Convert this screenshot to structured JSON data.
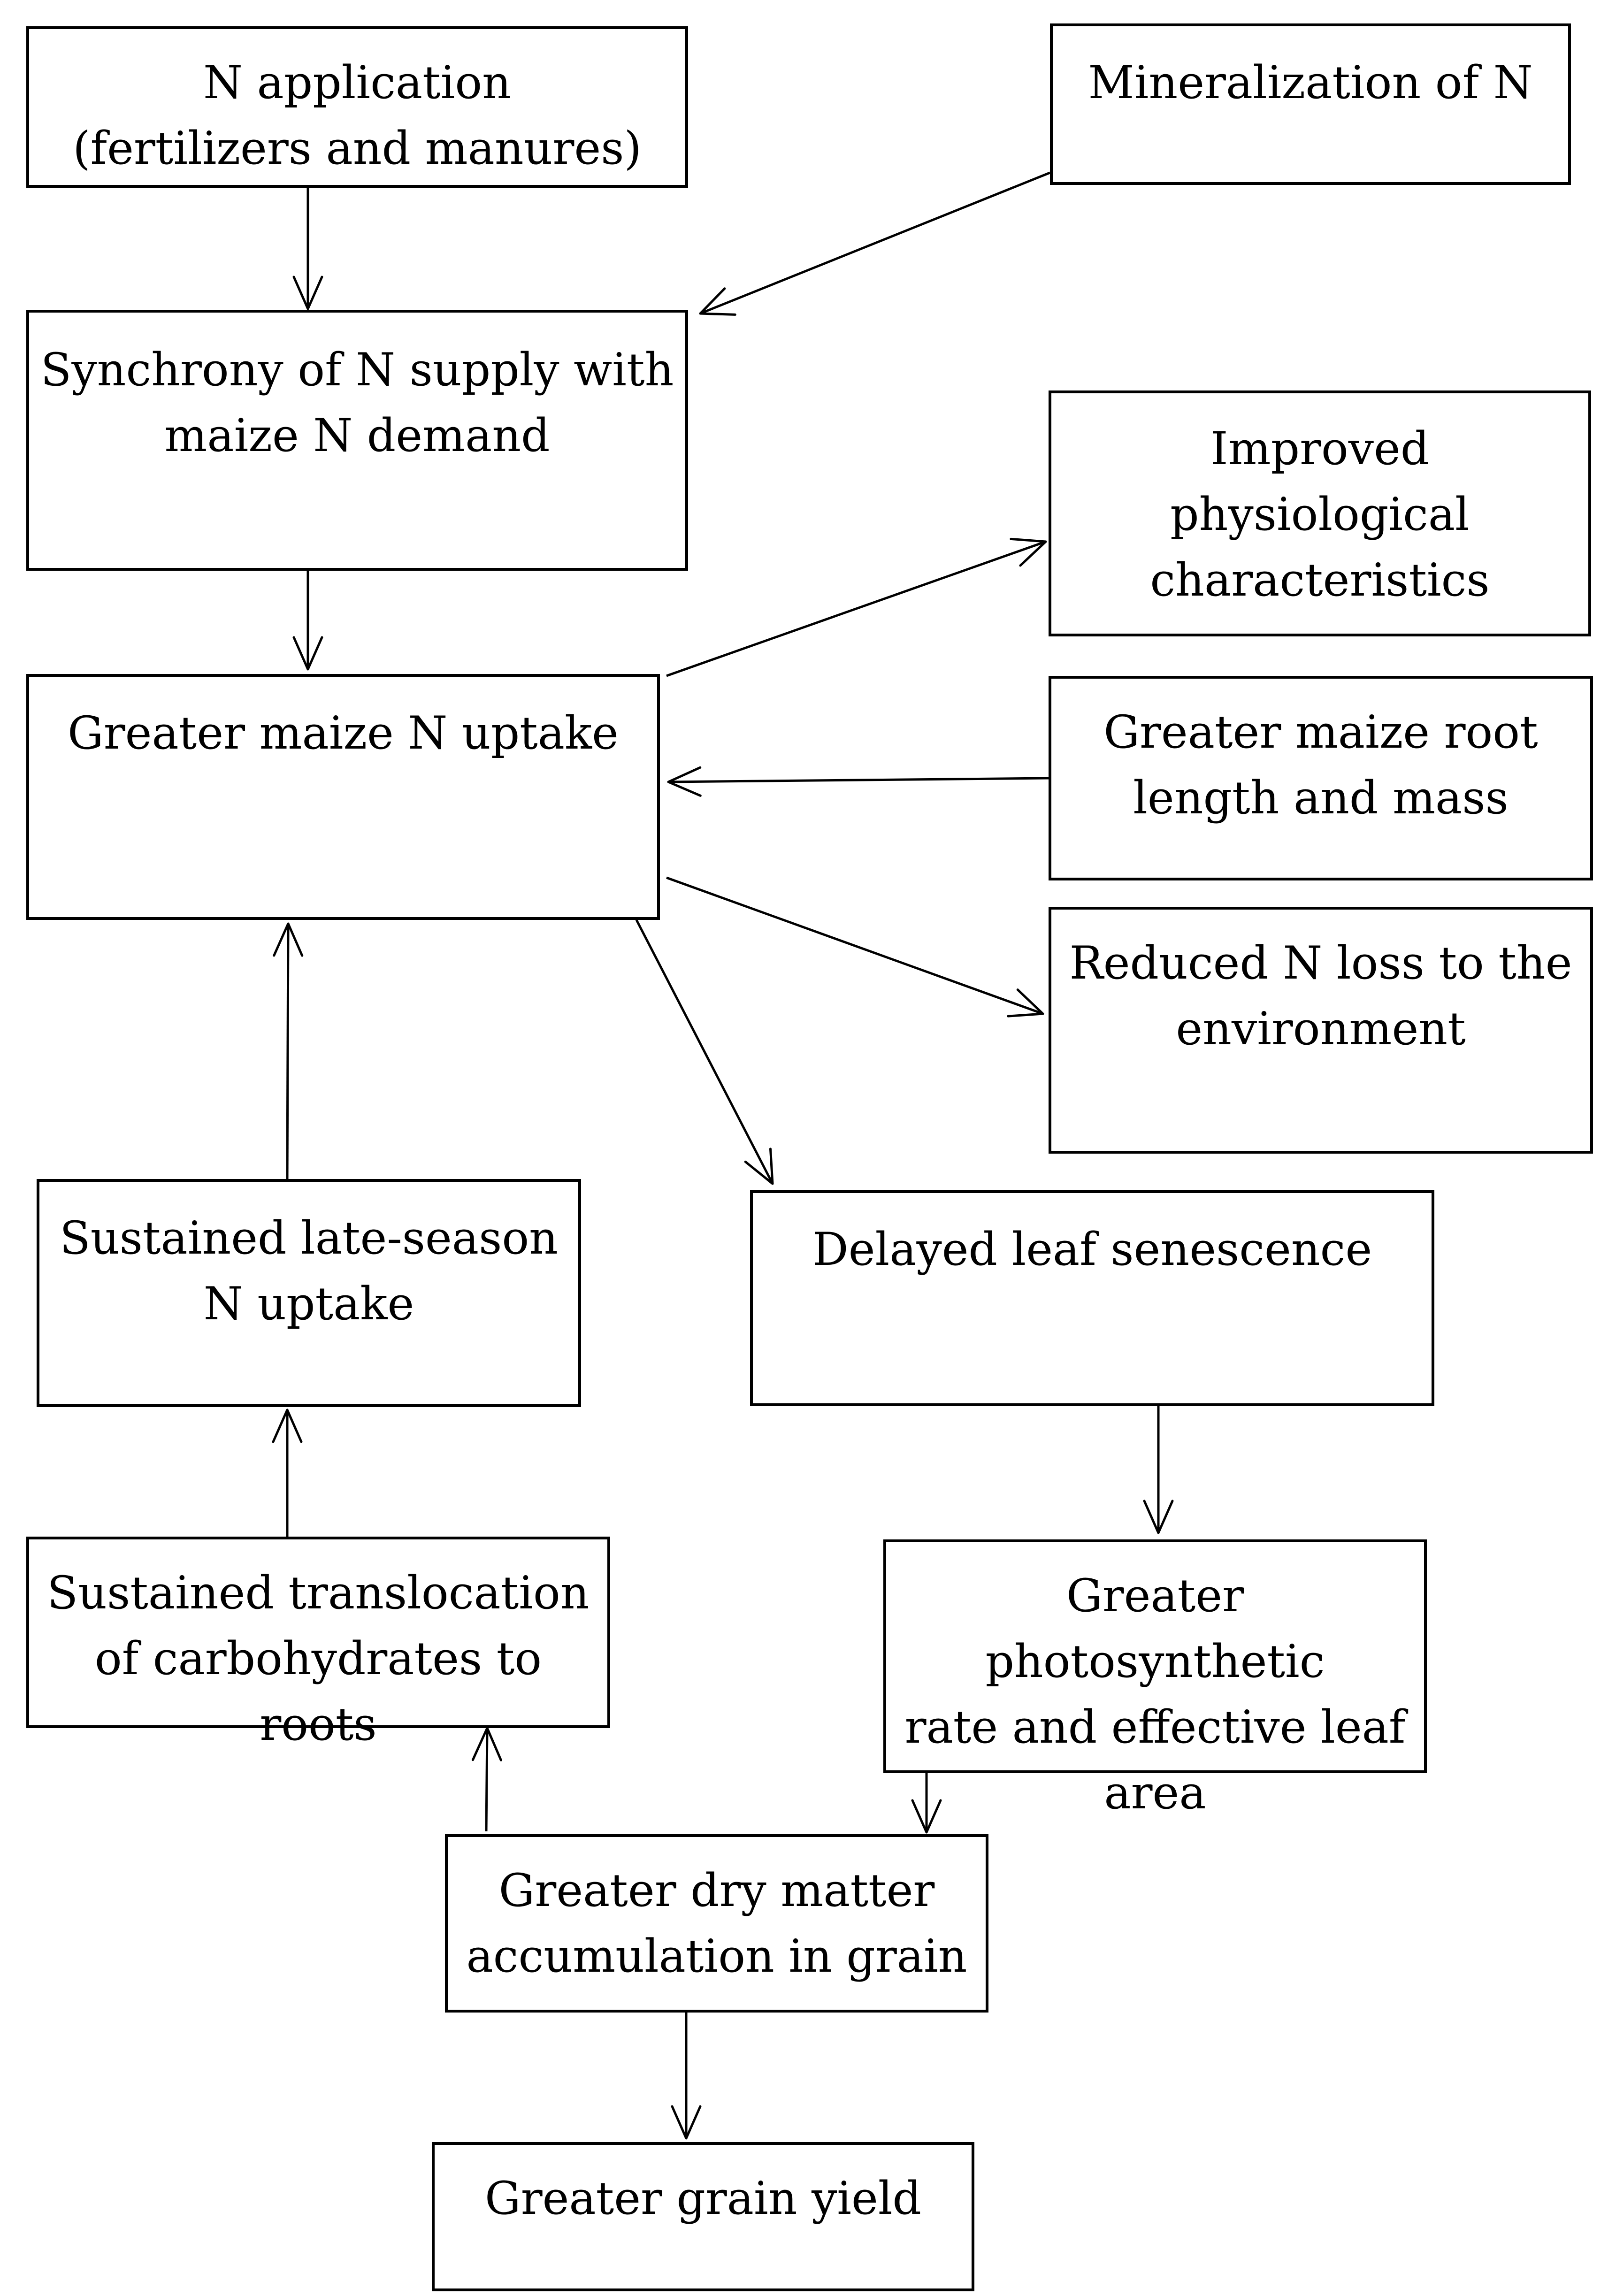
{
  "nodes": {
    "n_application": "N application\n(fertilizers and manures)",
    "mineralization": "Mineralization of N",
    "synchrony": "Synchrony of N supply with\nmaize N demand",
    "improved_physiology": "Improved\nphysiological\ncharacteristics",
    "n_uptake": "Greater maize N uptake",
    "root_length": "Greater maize root\nlength and mass",
    "reduced_n_loss": "Reduced N loss to the\nenvironment",
    "late_season_uptake": "Sustained late-season\nN uptake",
    "delayed_senescence": "Delayed leaf senescence",
    "translocation": "Sustained translocation\nof carbohydrates to roots",
    "photosynthetic": "Greater photosynthetic\nrate and effective leaf\narea",
    "dry_matter": "Greater dry matter\naccumulation in grain",
    "grain_yield": "Greater grain yield"
  },
  "edges": [
    {
      "from": "n_application",
      "to": "synchrony"
    },
    {
      "from": "mineralization",
      "to": "synchrony"
    },
    {
      "from": "synchrony",
      "to": "n_uptake"
    },
    {
      "from": "n_uptake",
      "to": "improved_physiology"
    },
    {
      "from": "root_length",
      "to": "n_uptake"
    },
    {
      "from": "n_uptake",
      "to": "reduced_n_loss"
    },
    {
      "from": "n_uptake",
      "to": "delayed_senescence"
    },
    {
      "from": "late_season_uptake",
      "to": "n_uptake"
    },
    {
      "from": "translocation",
      "to": "late_season_uptake"
    },
    {
      "from": "delayed_senescence",
      "to": "photosynthetic"
    },
    {
      "from": "photosynthetic",
      "to": "dry_matter"
    },
    {
      "from": "dry_matter",
      "to": "translocation"
    },
    {
      "from": "dry_matter",
      "to": "grain_yield"
    }
  ]
}
